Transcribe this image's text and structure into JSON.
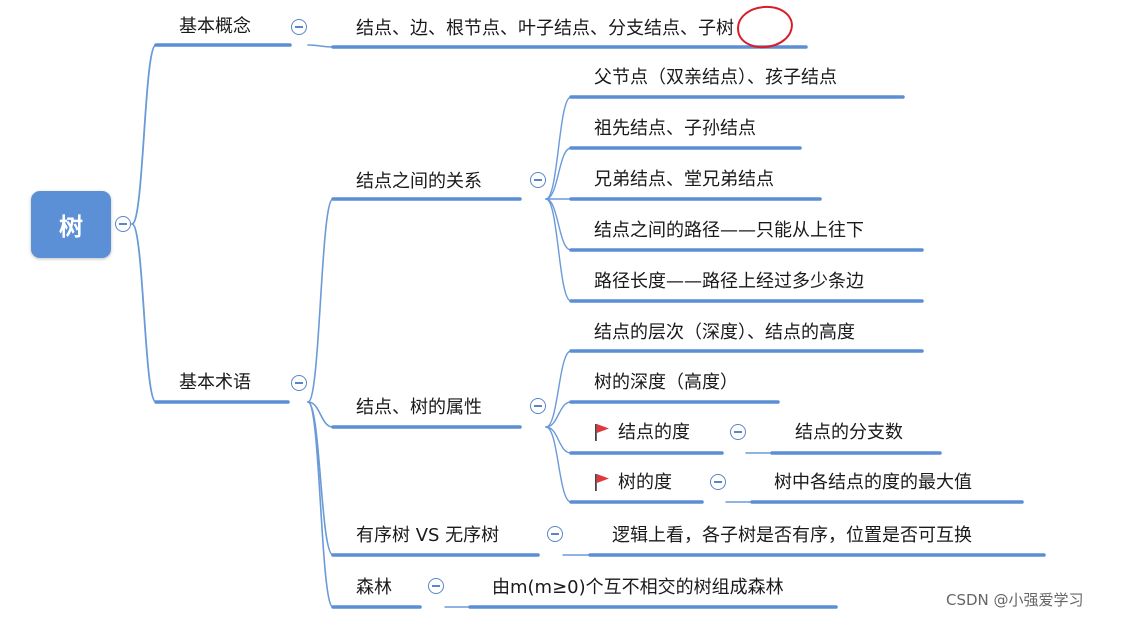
{
  "colors": {
    "root_fill": "#5b8fd6",
    "line": "#6a9ad8",
    "underline": "#5b8ed5",
    "collapse_icon": "#5a86c5",
    "flag": "#e0383e",
    "highlight": "#d81d2a"
  },
  "icons": [
    "collapse-icon",
    "flag-icon"
  ],
  "root": {
    "label": "树"
  },
  "basic_concepts": {
    "label": "基本概念",
    "detail": "结点、边、根节点、叶子结点、分支结点、",
    "detail_highlight": "子树"
  },
  "basic_terms": {
    "label": "基本术语",
    "relations": {
      "label": "结点之间的关系",
      "items": [
        "父节点（双亲结点）、孩子结点",
        "祖先结点、子孙结点",
        "兄弟结点、堂兄弟结点",
        "结点之间的路径——只能从上往下",
        "路径长度——路径上经过多少条边"
      ]
    },
    "attributes": {
      "label": "结点、树的属性",
      "level_height": "结点的层次（深度）、结点的高度",
      "tree_depth": "树的深度（高度）",
      "node_degree": {
        "label": "结点的度",
        "detail": "结点的分支数"
      },
      "tree_degree": {
        "label": "树的度",
        "detail": "树中各结点的度的最大值"
      }
    },
    "ordered": {
      "label": "有序树 VS 无序树",
      "detail": "逻辑上看，各子树是否有序，位置是否可互换"
    },
    "forest": {
      "label": "森林",
      "detail": "由m(m≥0)个互不相交的树组成森林"
    }
  },
  "watermark": "CSDN @小强爱学习"
}
